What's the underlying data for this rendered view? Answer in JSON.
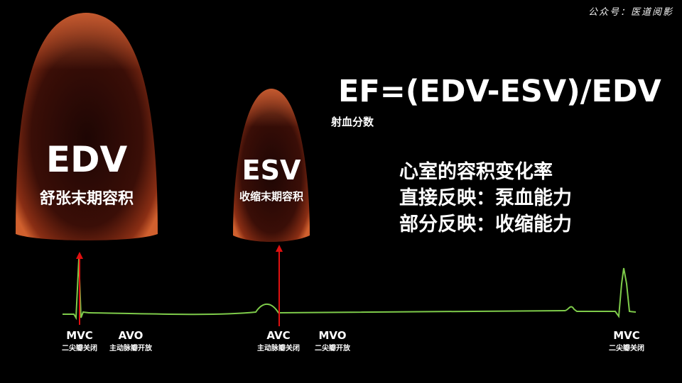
{
  "watermark": "公众号：医道阅影",
  "formula": {
    "text": "EF=(EDV-ESV)/EDV",
    "caption": "射血分数"
  },
  "edv": {
    "abbr": "EDV",
    "name": "舒张末期容积"
  },
  "esv": {
    "abbr": "ESV",
    "name": "收缩末期容积"
  },
  "notes": [
    "心室的容积变化率",
    "直接反映：泵血能力",
    "部分反映：收缩能力"
  ],
  "events": [
    {
      "abbr": "MVC",
      "name": "二尖瓣关闭"
    },
    {
      "abbr": "AVO",
      "name": "主动脉瓣开放"
    },
    {
      "abbr": "AVC",
      "name": "主动脉瓣关闭"
    },
    {
      "abbr": "MVO",
      "name": "二尖瓣开放"
    },
    {
      "abbr": "MVC",
      "name": "二尖瓣关闭"
    }
  ],
  "colors": {
    "ecg": "#7ecb4a",
    "arrow": "#e01010",
    "chamber_edge": "#c8532a",
    "chamber_core": "#220805"
  }
}
